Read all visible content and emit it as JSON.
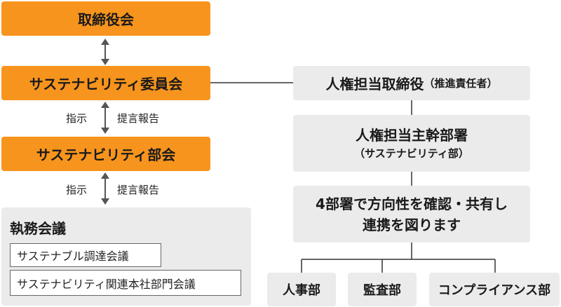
{
  "left": {
    "board": "取締役会",
    "committee": "サステナビリティ委員会",
    "department": "サステナビリティ部会",
    "flow1_down": "指示",
    "flow1_up": "提言報告",
    "flow2_down": "指示",
    "flow2_up": "提言報告",
    "exec": {
      "title": "執務会議",
      "meetings": [
        "サステナブル調達会議",
        "サステナビリティ関連本社部門会議"
      ]
    }
  },
  "right": {
    "officer_main": "人権担当取締役",
    "officer_sub": "（推進責任者）",
    "dept_main": "人権担当主幹部署",
    "dept_sub": "（サステナビリティ部）",
    "share_line1": "4部署で方向性を確認・共有し",
    "share_line2": "連携を図ります",
    "depts": [
      "人事部",
      "監査部",
      "コンプライアンス部"
    ]
  },
  "colors": {
    "accent": "#f7941d",
    "panel": "#ebebeb",
    "line": "#333333"
  }
}
